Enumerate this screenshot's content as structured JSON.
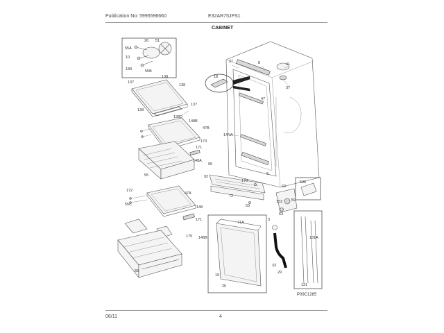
{
  "header": {
    "publication": "Publication No: 5995596660",
    "model": "E32AR75JPS1",
    "section_title": "CABINET"
  },
  "footer": {
    "date": "06/11",
    "page_number": "4"
  },
  "figure_code": "P09C1285",
  "callouts": {
    "c137a": "137",
    "c138a": "138",
    "c138b": "138",
    "c137b": "137",
    "c138d": "138D",
    "c148ba": "148B",
    "c47b": "47B",
    "c173": "173",
    "c171a": "171",
    "c148a": "148A",
    "c95": "95",
    "c172a": "172",
    "c55c": "55C",
    "c47a": "47A",
    "c148": "148",
    "c171b": "171",
    "c175": "175",
    "c148bb": "148B",
    "c55": "55",
    "c37a": "37",
    "c37b": "37",
    "c18": "18",
    "c47": "47",
    "c14na": "14NA",
    "c92": "92",
    "c170": "170",
    "c72": "72",
    "c53a": "53",
    "c63a": "63",
    "c9": "9",
    "c8": "8",
    "c41": "41",
    "c506": "506",
    "c152": "152",
    "c63b": "63",
    "c59": "59",
    "c71a": "71A",
    "c19": "19",
    "c25": "25",
    "c3": "3",
    "c33": "33",
    "c29": "29",
    "c131a": "131A",
    "c131": "131",
    "c10": "10",
    "c55a": "55A",
    "c55b": "55B",
    "c189": "189",
    "c51": "51",
    "c26": "26"
  }
}
